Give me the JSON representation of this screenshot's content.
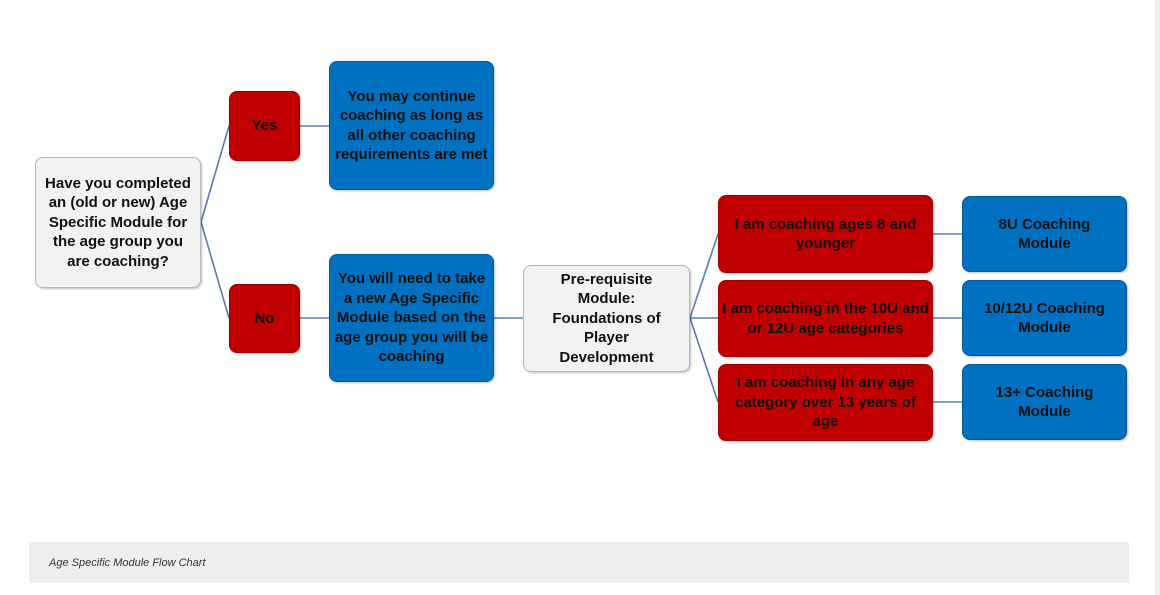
{
  "diagram": {
    "question": "Have you completed an (old or new) Age Specific Module for the age group you are coaching?",
    "yes_label": "Yes",
    "no_label": "No",
    "yes_outcome": "You may continue coaching as long as all other coaching requirements are met",
    "no_outcome": "You will need to take a new Age Specific Module based on the age group you will be coaching",
    "prerequisite": "Pre-requisite Module: Foundations of Player Development",
    "options": [
      {
        "condition": "I am coaching ages 8 and younger",
        "module": "8U Coaching Module"
      },
      {
        "condition": "I am coaching in the 10U and or 12U age categories",
        "module": "10/12U Coaching Module"
      },
      {
        "condition": "I am coaching in any age category over 13 years of age",
        "module": "13+ Coaching Module"
      }
    ],
    "colors": {
      "decision": "#c00000",
      "outcome": "#0070c0",
      "neutral": "#f2f2f2",
      "connector": "#5b7bb5"
    }
  },
  "caption": "Age Specific Module Flow Chart"
}
